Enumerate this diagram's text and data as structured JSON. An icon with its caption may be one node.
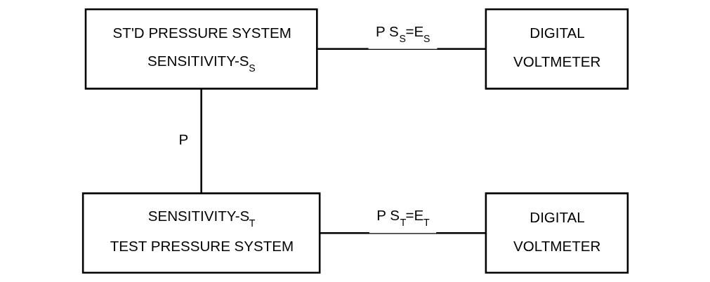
{
  "diagram": {
    "nodes": [
      {
        "text": [
          "ST'D PRESSURE SYSTEM",
          "SENSITIVITY-S$_{S}$"
        ]
      },
      {
        "text": [
          "DIGITAL",
          "VOLTMETER"
        ]
      },
      {
        "text": [
          "SENSITIVITY-S$_{T}$",
          "TEST PRESSURE SYSTEM"
        ]
      },
      {
        "text": [
          "DIGITAL",
          "VOLTMETER"
        ]
      }
    ],
    "edges": [
      {
        "from": 0,
        "to": 2,
        "arrow": "none",
        "label": "P"
      },
      {
        "from": 0,
        "to": 1,
        "arrow": "none",
        "label": "P S$_{S}$=E$_{S}$"
      },
      {
        "from": 2,
        "to": 3,
        "arrow": "none",
        "label": "P S$_{T}$=E$_{T}$"
      }
    ]
  }
}
